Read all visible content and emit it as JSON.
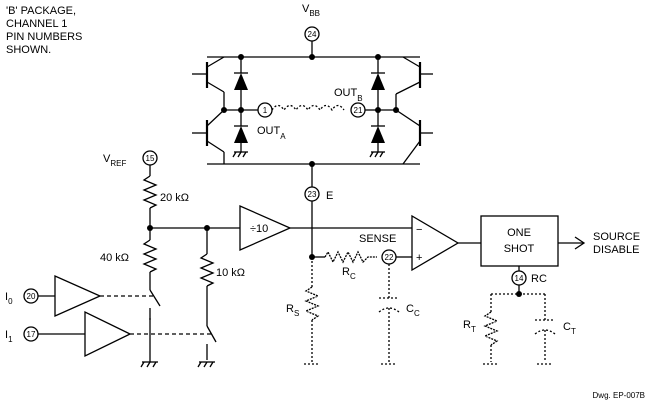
{
  "note": {
    "line1": "'B' PACKAGE,",
    "line2": "CHANNEL 1",
    "line3": "PIN NUMBERS",
    "line4": "SHOWN."
  },
  "labels": {
    "vbb_main": "V",
    "vbb_sub": "BB",
    "out_a_main": "OUT",
    "out_a_sub": "A",
    "out_b_main": "OUT",
    "out_b_sub": "B",
    "vref_main": "V",
    "vref_sub": "REF",
    "e": "E",
    "r20k": "20 kΩ",
    "r40k": "40 kΩ",
    "r10k": "10 kΩ",
    "div10": "÷10",
    "sense": "SENSE",
    "rc_main": "R",
    "rc_sub": "C",
    "rs_main": "R",
    "rs_sub": "S",
    "cc_main": "C",
    "cc_sub": "C",
    "comp_minus": "−",
    "comp_plus": "+",
    "oneshot_line1": "ONE",
    "oneshot_line2": "SHOT",
    "source_line1": "SOURCE",
    "source_line2": "DISABLE",
    "rc_pin_label": "RC",
    "rt_main": "R",
    "rt_sub": "T",
    "ct_main": "C",
    "ct_sub": "T",
    "i0_main": "I",
    "i0_sub": "0",
    "i1_main": "I",
    "i1_sub": "1",
    "dwg": "Dwg. EP-007B"
  },
  "pins": {
    "vbb": "24",
    "out_a": "1",
    "out_b": "21",
    "vref": "15",
    "e": "23",
    "sense": "22",
    "rc": "14",
    "i0": "20",
    "i1": "17"
  }
}
